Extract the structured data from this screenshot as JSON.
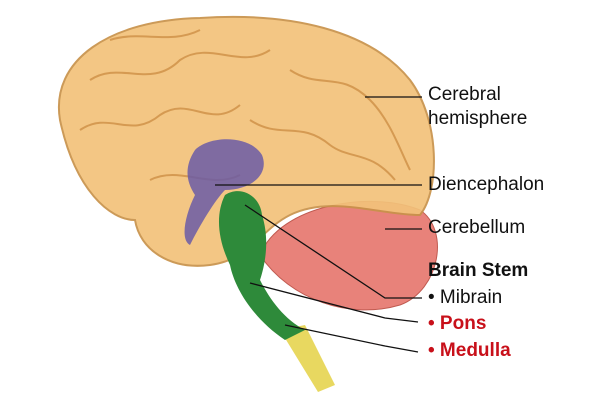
{
  "labels": {
    "cerebral_1": "Cerebral",
    "cerebral_2": "hemisphere",
    "diencephalon": "Diencephalon",
    "cerebellum": "Cerebellum",
    "brain_stem": "Brain Stem",
    "midbrain": "• Mibrain",
    "pons": "• Pons",
    "medulla": "• Medulla"
  },
  "colors": {
    "cortex": "#f2c27a",
    "diencephalon": "#6a5aa6",
    "cerebellum": "#e8827a",
    "brainstem": "#2e8a3a",
    "spinal": "#e8d860",
    "highlight": "#c8101a"
  }
}
